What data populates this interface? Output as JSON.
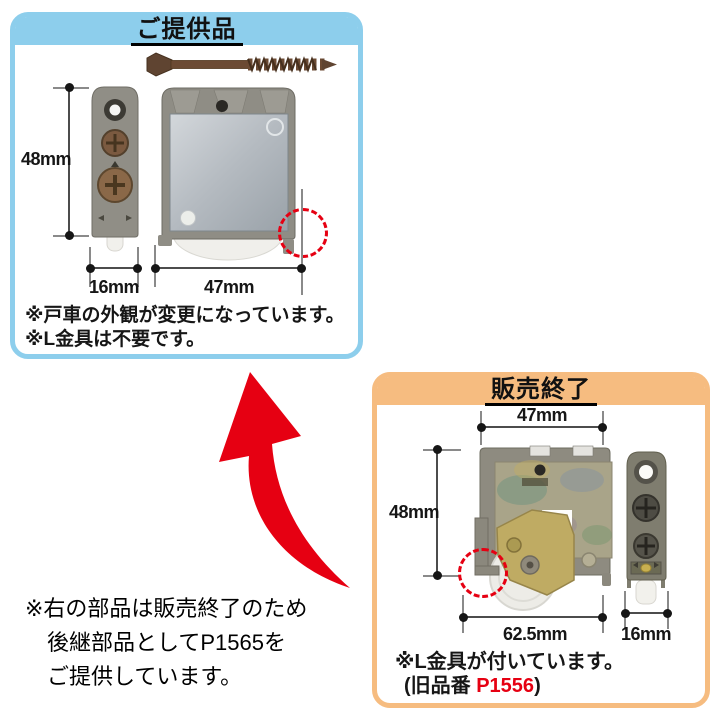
{
  "colors": {
    "panel_new_border": "#8DCEEC",
    "panel_old_border": "#F6BC80",
    "accent_red": "#E60012"
  },
  "icons": {
    "arrow": "red-curved-replacement-arrow",
    "highlight": "red-dashed-highlight-circle"
  },
  "panel_new": {
    "title": "ご提供品",
    "dim_height": "48mm",
    "dim_bracket_width": "16mm",
    "dim_roller_width": "47mm",
    "notes": {
      "line1": "※戸車の外観が変更になっています。",
      "line2": "※L金具は不要です。"
    }
  },
  "panel_old": {
    "title": "販売終了",
    "dim_top_width": "47mm",
    "dim_height": "48mm",
    "dim_bottom_width": "62.5mm",
    "dim_bracket_width": "16mm",
    "note": "※L金具が付いています。",
    "old_code_prefix": "(旧品番 ",
    "old_code": "P1556",
    "old_code_suffix": ")"
  },
  "footnote": {
    "line1": "※右の部品は販売終了のため",
    "line2": "後継部品としてP1565を",
    "line3": "ご提供しています。"
  }
}
